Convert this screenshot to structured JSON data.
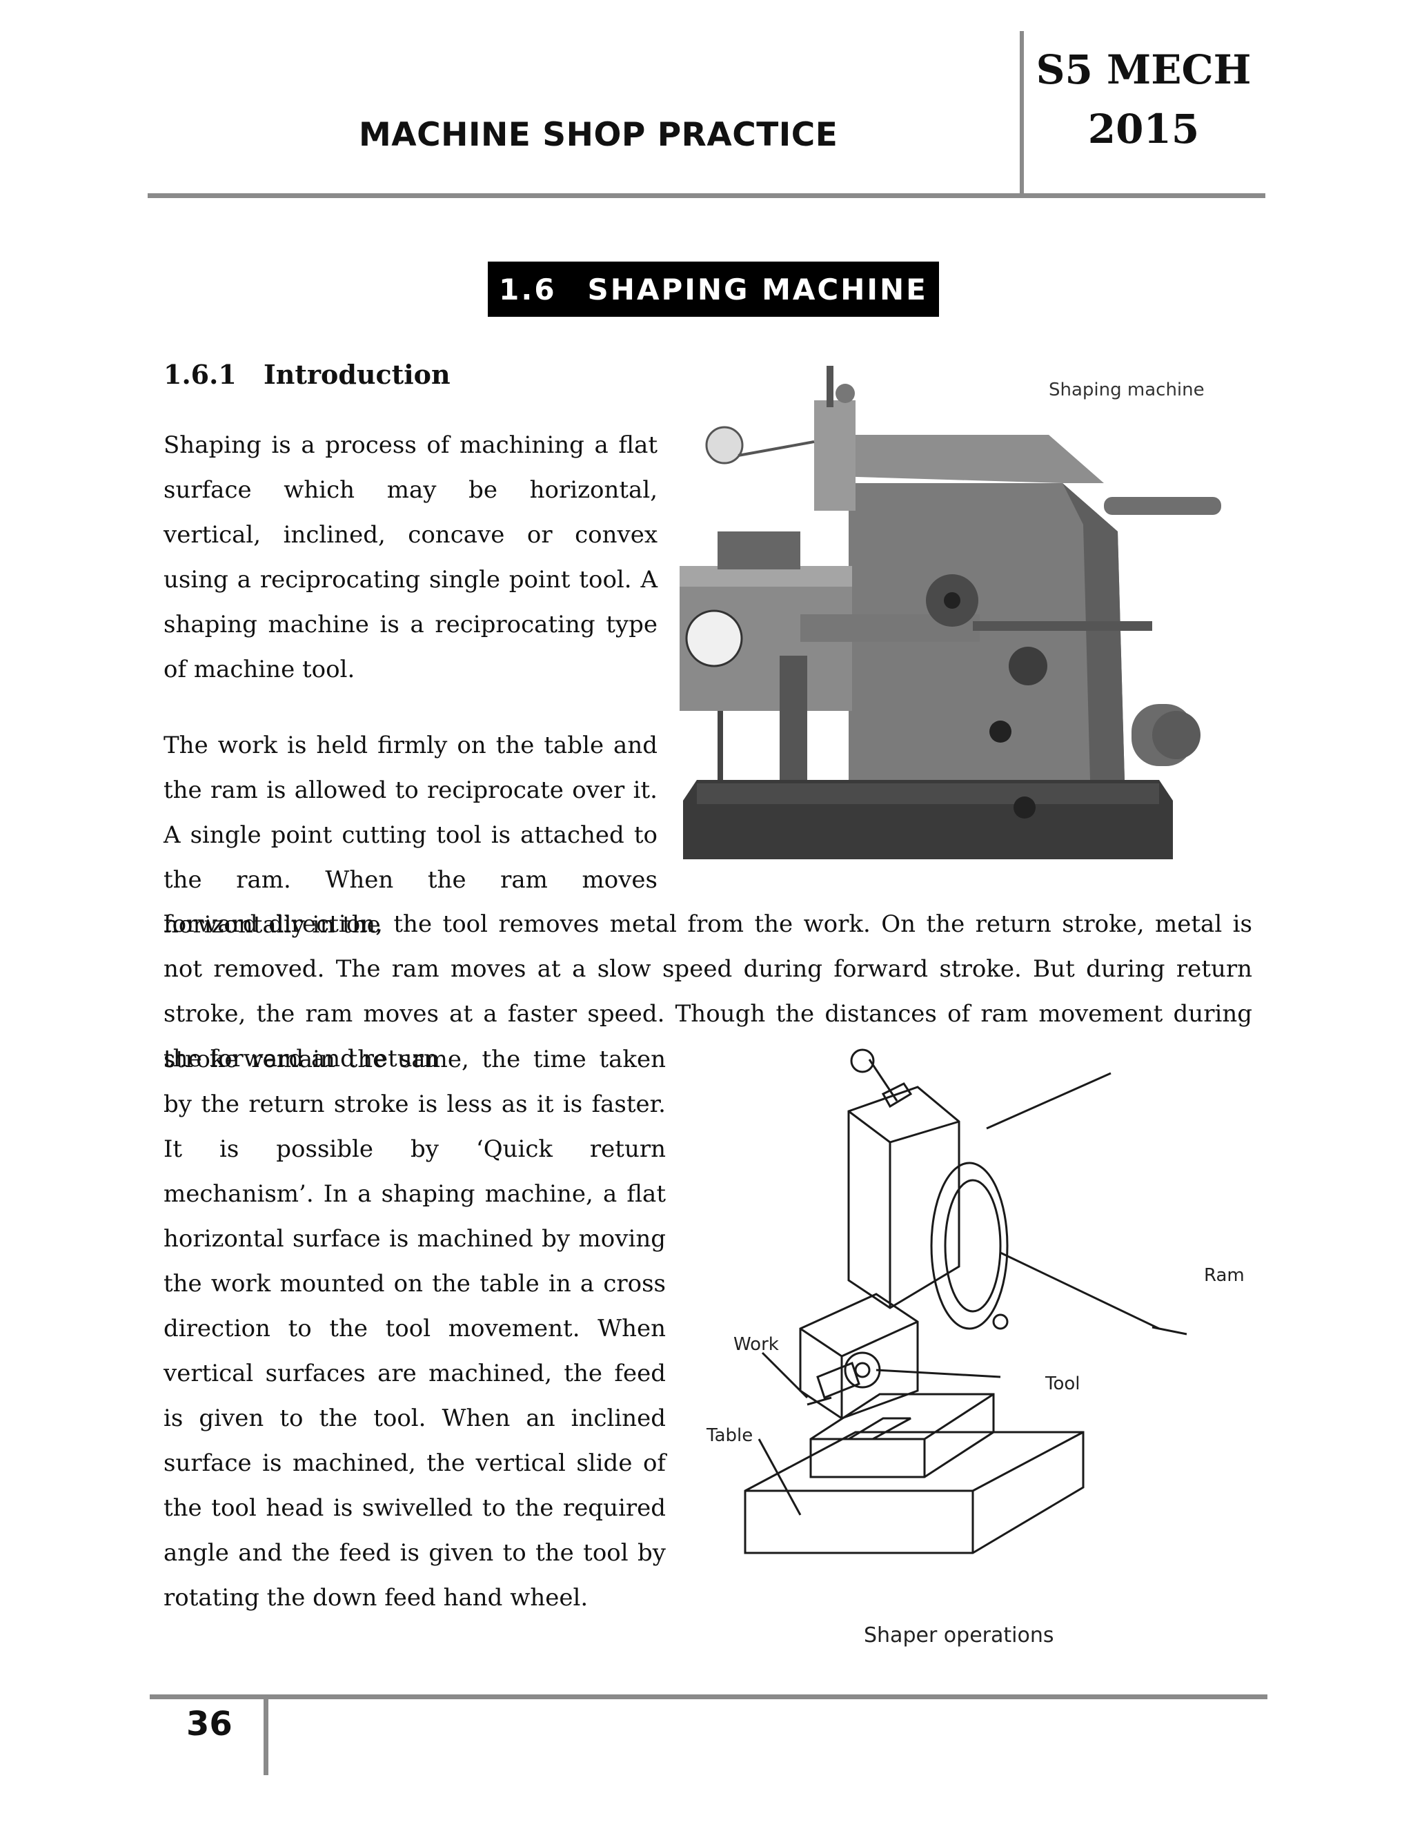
{
  "header": {
    "course_title": "MACHINE SHOP PRACTICE",
    "class_line1": "S5 MECH",
    "class_line2": "2015"
  },
  "section": {
    "number": "1.6",
    "title": "SHAPING MACHINE"
  },
  "subsection": {
    "number": "1.6.1",
    "title": "Introduction"
  },
  "paragraphs": {
    "p1": "Shaping is a process of machining a flat surface which may be horizontal, vertical, inclined, concave or convex using a reciprocating single point tool. A shaping machine is a reciprocating type of machine tool.",
    "p2": "The work is held firmly on the table and the ram is allowed to reciprocate over it. A single point cutting tool is attached to the ram. When the ram moves horizontally in the",
    "p3": "forward direction, the tool removes metal from the work. On the return stroke, metal is not removed. The ram moves at a slow speed during forward stroke. But during return stroke, the ram moves at a faster speed. Though the distances of ram movement during the forward and return",
    "p4": "stroke remain the same, the time taken by the return stroke is less as it is faster. It is possible by ‘Quick return mechanism’. In a shaping machine, a flat horizontal surface is machined by moving the work mounted on the table in a cross direction to the tool movement. When vertical surfaces are machined, the feed is given to the tool. When an inclined surface is machined, the vertical slide of the tool head is swivelled to the required angle and the feed is given to the tool by rotating the down feed hand wheel."
  },
  "figure1": {
    "caption": "Shaping machine"
  },
  "figure2": {
    "caption": "Shaper operations",
    "labels": {
      "ram": "Ram",
      "work": "Work",
      "tool": "Tool",
      "table": "Table"
    }
  },
  "footer": {
    "page_number": "36"
  }
}
